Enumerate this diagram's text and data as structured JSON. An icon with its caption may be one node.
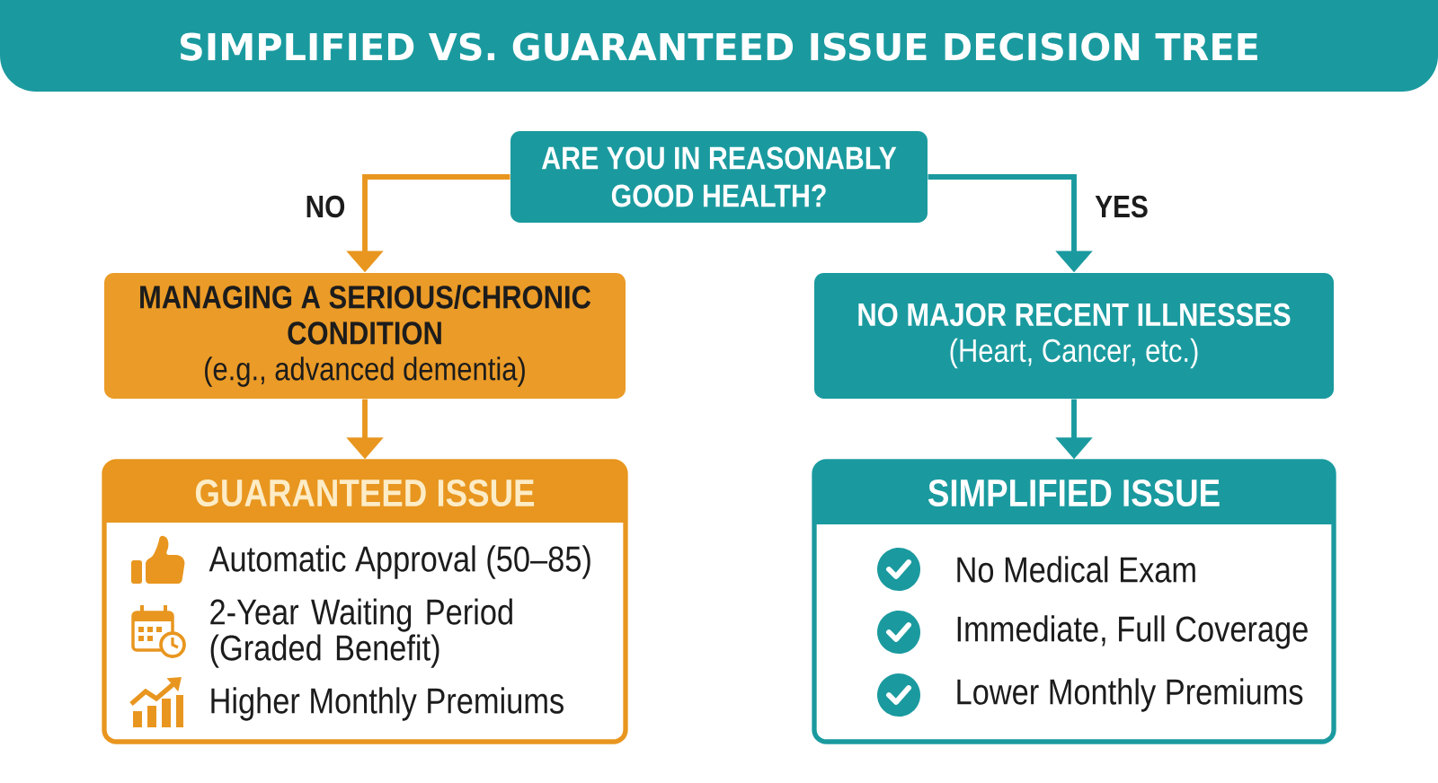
{
  "diagram": {
    "title": "SIMPLIFIED VS. GUARANTEED ISSUE DECISION TREE",
    "nodes": [
      {
        "text": [
          "ARE YOU IN REASONABLY GOOD HEALTH?"
        ]
      },
      {
        "text": [
          "MANAGING A SERIOUS/CHRONIC CONDITION",
          "(e.g., advanced dementia)"
        ]
      },
      {
        "text": [
          "NO MAJOR RECENT ILLNESSES",
          "(Heart, Cancer, etc.)"
        ]
      },
      {
        "text": [
          "GUARANTEED ISSUE",
          "Automatic Approval (50–85)",
          "2-Year Waiting Period (Graded Benefit)",
          "Higher Monthly Premiums"
        ]
      },
      {
        "text": [
          "SIMPLIFIED ISSUE",
          "No Medical Exam",
          "Immediate, Full Coverage",
          "Lower Monthly Premiums"
        ]
      }
    ],
    "edges": [
      {
        "from": 0,
        "to": 1,
        "arrow": "to",
        "label": "NO",
        "color": "#e8961f"
      },
      {
        "from": 0,
        "to": 2,
        "arrow": "to",
        "label": "YES",
        "color": "#1a9a9f"
      },
      {
        "from": 1,
        "to": 3,
        "arrow": "to",
        "color": "#e8961f"
      },
      {
        "from": 2,
        "to": 4,
        "arrow": "to",
        "color": "#1a9a9f"
      }
    ]
  }
}
